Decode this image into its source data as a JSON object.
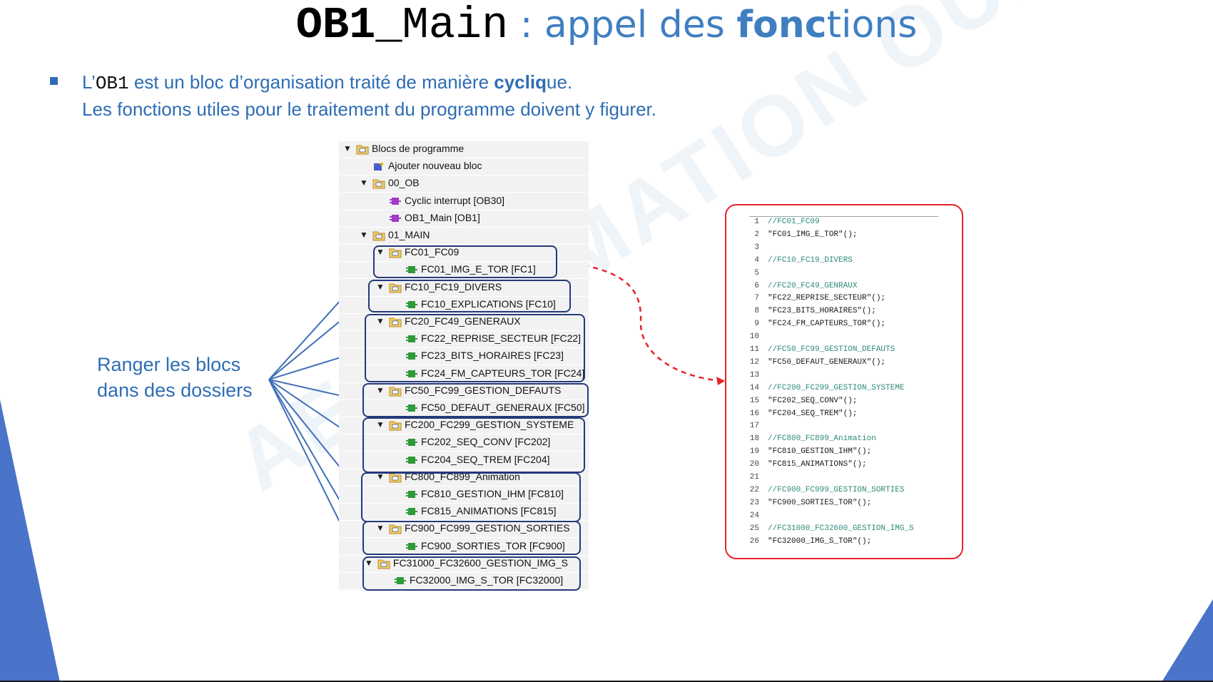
{
  "title": {
    "code_bold": "OB1",
    "code_rest": "_Main",
    "sep": " : ",
    "rest_a": "appel des ",
    "rest_b": "fonc",
    "rest_c": "t",
    "rest_d": "ions"
  },
  "bullet": {
    "l1_a": "L’",
    "l1_code": "OB1",
    "l1_b": " est un bloc d’organisation traité de manière ",
    "l1_bold": "cycliq",
    "l1_c": "ue.",
    "l2": "Les fonctions utiles pour le traitement du programme doivent y figurer."
  },
  "side_label": {
    "l1": "Ranger les blocs",
    "l2": "dans des dossiers"
  },
  "watermark": "AEI FORMATION OUEST",
  "tree": [
    {
      "label": "Blocs de programme",
      "icon": "program-blocks-icon",
      "expanded": true
    },
    {
      "label": "Ajouter nouveau bloc",
      "icon": "add-block-icon"
    },
    {
      "label": "00_OB",
      "icon": "folder-icon",
      "expanded": true
    },
    {
      "label": "Cyclic interrupt [OB30]",
      "icon": "ob-icon"
    },
    {
      "label": "OB1_Main [OB1]",
      "icon": "ob-icon"
    },
    {
      "label": "01_MAIN",
      "icon": "folder-icon",
      "expanded": true
    },
    {
      "label": "FC01_FC09",
      "icon": "folder-icon",
      "expanded": true
    },
    {
      "label": "FC01_IMG_E_TOR [FC1]",
      "icon": "fc-icon"
    },
    {
      "label": "FC10_FC19_DIVERS",
      "icon": "folder-icon",
      "expanded": true
    },
    {
      "label": "FC10_EXPLICATIONS [FC10]",
      "icon": "fc-icon"
    },
    {
      "label": "FC20_FC49_GENERAUX",
      "icon": "folder-icon",
      "expanded": true
    },
    {
      "label": "FC22_REPRISE_SECTEUR [FC22]",
      "icon": "fc-icon"
    },
    {
      "label": "FC23_BITS_HORAIRES [FC23]",
      "icon": "fc-icon"
    },
    {
      "label": "FC24_FM_CAPTEURS_TOR [FC24]",
      "icon": "fc-icon"
    },
    {
      "label": "FC50_FC99_GESTION_DEFAUTS",
      "icon": "folder-icon",
      "expanded": true
    },
    {
      "label": "FC50_DEFAUT_GENERAUX [FC50]",
      "icon": "fc-icon"
    },
    {
      "label": "FC200_FC299_GESTION_SYSTEME",
      "icon": "folder-icon",
      "expanded": true
    },
    {
      "label": "FC202_SEQ_CONV [FC202]",
      "icon": "fc-icon"
    },
    {
      "label": "FC204_SEQ_TREM [FC204]",
      "icon": "fc-icon"
    },
    {
      "label": "FC800_FC899_Animation",
      "icon": "folder-icon",
      "expanded": true
    },
    {
      "label": "FC810_GESTION_IHM [FC810]",
      "icon": "fc-icon"
    },
    {
      "label": "FC815_ANIMATIONS [FC815]",
      "icon": "fc-icon"
    },
    {
      "label": "FC900_FC999_GESTION_SORTIES",
      "icon": "folder-icon",
      "expanded": true
    },
    {
      "label": "FC900_SORTIES_TOR [FC900]",
      "icon": "fc-icon"
    },
    {
      "label": "FC31000_FC32600_GESTION_IMG_S",
      "icon": "folder-icon",
      "expanded": true
    },
    {
      "label": "FC32000_IMG_S_TOR [FC32000]",
      "icon": "fc-icon"
    }
  ],
  "code": [
    {
      "n": "1",
      "text": "//FC01_FC09",
      "kind": "comment"
    },
    {
      "n": "2",
      "text": "\"FC01_IMG_E_TOR\"();",
      "kind": "call"
    },
    {
      "n": "3",
      "text": "",
      "kind": "blank"
    },
    {
      "n": "4",
      "text": "//FC10_FC19_DIVERS",
      "kind": "comment"
    },
    {
      "n": "5",
      "text": "",
      "kind": "blank"
    },
    {
      "n": "6",
      "text": "//FC20_FC49_GENRAUX",
      "kind": "comment"
    },
    {
      "n": "7",
      "text": "\"FC22_REPRISE_SECTEUR\"();",
      "kind": "call"
    },
    {
      "n": "8",
      "text": "\"FC23_BITS_HORAIRES\"();",
      "kind": "call"
    },
    {
      "n": "9",
      "text": "\"FC24_FM_CAPTEURS_TOR\"();",
      "kind": "call"
    },
    {
      "n": "10",
      "text": "",
      "kind": "blank"
    },
    {
      "n": "11",
      "text": "//FC50_FC99_GESTION_DEFAUTS",
      "kind": "comment"
    },
    {
      "n": "12",
      "text": "\"FC50_DEFAUT_GENERAUX\"();",
      "kind": "call"
    },
    {
      "n": "13",
      "text": "",
      "kind": "blank"
    },
    {
      "n": "14",
      "text": "//FC200_FC299_GESTION_SYSTEME",
      "kind": "comment"
    },
    {
      "n": "15",
      "text": "\"FC202_SEQ_CONV\"();",
      "kind": "call"
    },
    {
      "n": "16",
      "text": "\"FC204_SEQ_TREM\"();",
      "kind": "call"
    },
    {
      "n": "17",
      "text": "",
      "kind": "blank"
    },
    {
      "n": "18",
      "text": "//FC800_FC899_Animation",
      "kind": "comment"
    },
    {
      "n": "19",
      "text": "\"FC810_GESTION_IHM\"();",
      "kind": "call"
    },
    {
      "n": "20",
      "text": "\"FC815_ANIMATIONS\"();",
      "kind": "call"
    },
    {
      "n": "21",
      "text": "",
      "kind": "blank"
    },
    {
      "n": "22",
      "text": "//FC900_FC999_GESTION_SORTIES",
      "kind": "comment"
    },
    {
      "n": "23",
      "text": "\"FC900_SORTIES_TOR\"();",
      "kind": "call"
    },
    {
      "n": "24",
      "text": "",
      "kind": "blank"
    },
    {
      "n": "25",
      "text": "//FC31000_FC32600_GESTION_IMG_S",
      "kind": "comment"
    },
    {
      "n": "26",
      "text": "\"FC32000_IMG_S_TOR\"();",
      "kind": "call"
    }
  ],
  "colors": {
    "accent": "#3f7fc1",
    "frame": "#23397a",
    "code_frame": "#e8212b",
    "comment": "#2e8b7a"
  }
}
